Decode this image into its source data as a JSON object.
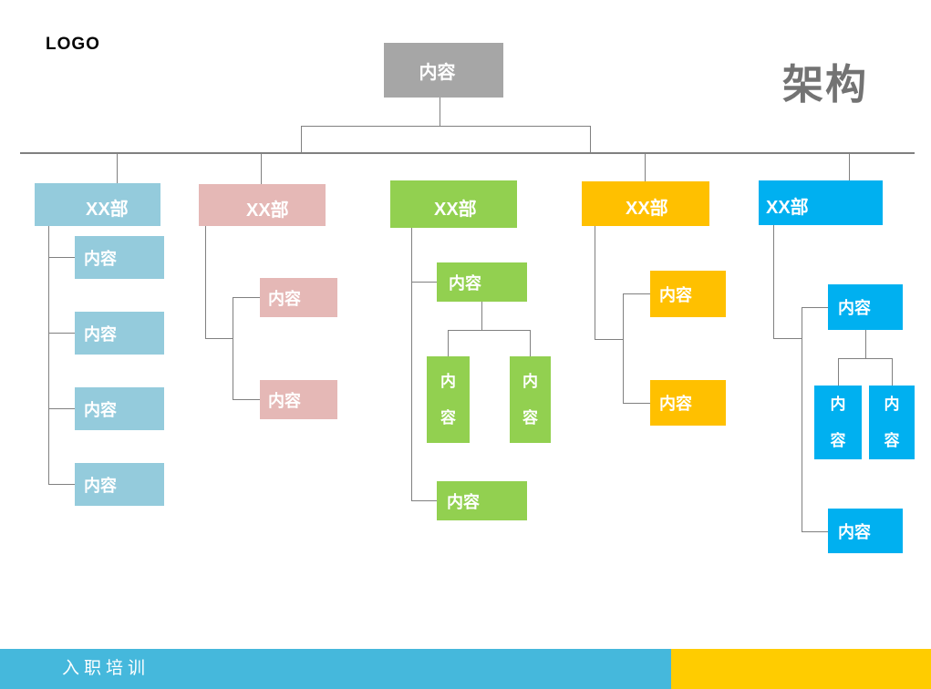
{
  "slide": {
    "logo": "LOGO",
    "title": "架构",
    "footer": {
      "label": "入职培训"
    }
  },
  "colors": {
    "root_box": "#A6A6A6",
    "line": "#808080",
    "title_text": "#737373",
    "footer_left": "#45B8DC",
    "footer_right": "#FFCC00"
  },
  "org": {
    "root": "内容",
    "departments": [
      {
        "label": "XX部",
        "color": "#94CBDC",
        "children": [
          "内容",
          "内容",
          "内容",
          "内容"
        ]
      },
      {
        "label": "XX部",
        "color": "#E5B8B6",
        "children": [
          "内容",
          "内容"
        ]
      },
      {
        "label": "XX部",
        "color": "#92D050",
        "children": [
          "内容"
        ],
        "grandchildren": [
          "内\n容",
          "内\n容"
        ],
        "tail": "内容"
      },
      {
        "label": "XX部",
        "color": "#FFC000",
        "children": [
          "内容",
          "内容"
        ]
      },
      {
        "label": "XX部",
        "color": "#00B0F0",
        "children": [
          "内容"
        ],
        "grandchildren": [
          "内\n容",
          "内\n容"
        ],
        "tail": "内容"
      }
    ]
  }
}
